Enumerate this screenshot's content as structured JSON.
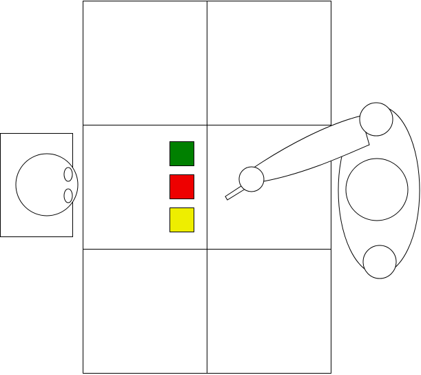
{
  "scene": {
    "grid": {
      "rows": 3,
      "columns": 2
    },
    "blocks": [
      {
        "name": "green-block",
        "color": "#008000"
      },
      {
        "name": "red-block",
        "color": "#ee0000"
      },
      {
        "name": "yellow-block",
        "color": "#eeee00"
      }
    ],
    "person": {
      "eyes": 2
    },
    "robot": {
      "arm_segments": 2,
      "joints": 3
    }
  },
  "colors": {
    "stroke": "#000000",
    "background": "#ffffff"
  }
}
